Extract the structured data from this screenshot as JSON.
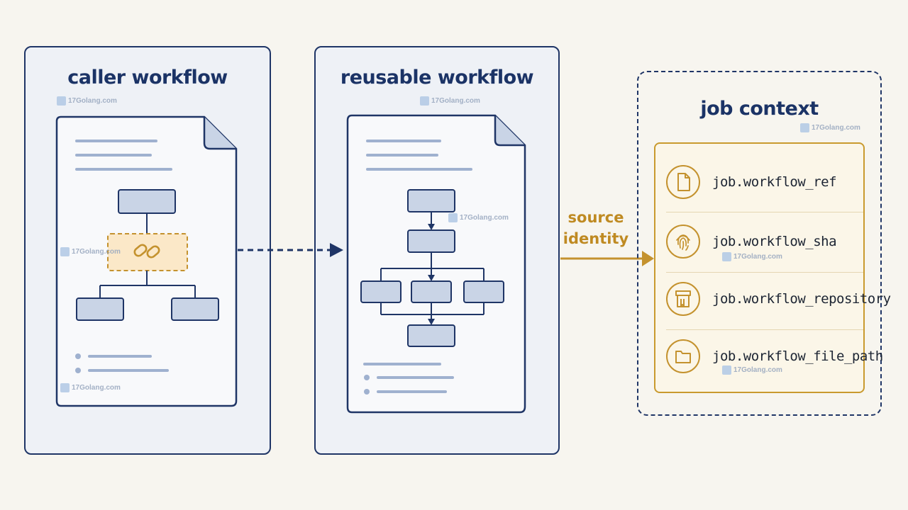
{
  "caller": {
    "title": "caller workflow"
  },
  "reusable": {
    "title": "reusable workflow"
  },
  "context": {
    "title": "job context",
    "items": [
      {
        "label": "job.workflow_ref",
        "icon": "document-icon"
      },
      {
        "label": "job.workflow_sha",
        "icon": "fingerprint-icon"
      },
      {
        "label": "job.workflow_repository",
        "icon": "repository-icon"
      },
      {
        "label": "job.workflow_file_path",
        "icon": "folder-icon"
      }
    ]
  },
  "flow": {
    "line1": "source",
    "line2": "identity"
  },
  "watermark": "17Golang.com",
  "colors": {
    "navy": "#1f3566",
    "gold": "#c4922e",
    "box_fill": "#c9d4e6"
  }
}
